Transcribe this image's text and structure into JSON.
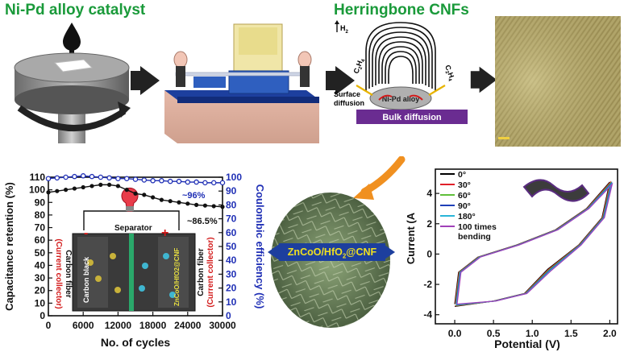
{
  "top": {
    "title_left": "Ni-Pd alloy catalyst",
    "title_right": "Herringbone CNFs",
    "h2_label": "H",
    "h2_sub": "2",
    "c2h4_left_main": "C",
    "c2h4_left_sub1": "2",
    "c2h4_left_h": "H",
    "c2h4_left_sub2": "4",
    "c2h4_right_main": "C",
    "c2h4_right_sub1": "2",
    "c2h4_right_h": "H",
    "c2h4_right_sub2": "4",
    "surface_diffusion_1": "Surface",
    "surface_diffusion_2": "diffusion",
    "alloy_label": "Ni-Pd alloy",
    "bulk_diffusion": "Bulk diffusion"
  },
  "center": {
    "material_label_a": "ZnCoO/HfO",
    "material_label_sub": "2",
    "material_label_b": "@CNF"
  },
  "colors": {
    "title_green": "#1a9a3a",
    "retention_black": "#111111",
    "efficiency_blue": "#1f2fb5",
    "collector_red": "#d31a1a",
    "bulk_purple": "#6a2c91",
    "stage_blue": "#1d3f9e"
  },
  "chart_data": [
    {
      "type": "line",
      "xlabel": "No. of cycles",
      "ylabel_left": "Capacitance retention (%)",
      "ylabel_right": "Coulombic efficiency (%)",
      "xlim": [
        0,
        30000
      ],
      "ylim_left": [
        0,
        110
      ],
      "ylim_right": [
        0,
        100
      ],
      "x_ticks": [
        "0",
        "6000",
        "12000",
        "18000",
        "24000",
        "30000"
      ],
      "y_left_ticks": [
        "0",
        "10",
        "20",
        "30",
        "40",
        "50",
        "60",
        "70",
        "80",
        "90",
        "100",
        "110"
      ],
      "y_right_ticks": [
        "0",
        "10",
        "20",
        "30",
        "40",
        "50",
        "60",
        "70",
        "80",
        "90",
        "100"
      ],
      "series": [
        {
          "axis": "left",
          "x": [
            0,
            1500,
            3000,
            4500,
            6000,
            7500,
            9000,
            10500,
            12000,
            13500,
            15000,
            16500,
            18000,
            19500,
            21000,
            22500,
            24000,
            25500,
            27000,
            28500,
            30000
          ],
          "values": [
            98,
            99,
            100,
            101,
            102,
            103,
            104,
            104,
            103,
            100,
            97,
            96,
            94,
            92,
            91,
            90,
            89,
            88,
            87.5,
            87,
            86.5
          ]
        },
        {
          "axis": "right",
          "x": [
            0,
            1500,
            3000,
            4500,
            6000,
            7500,
            9000,
            10500,
            12000,
            13500,
            15000,
            16500,
            18000,
            19500,
            21000,
            22500,
            24000,
            25500,
            27000,
            28500,
            30000
          ],
          "values": [
            99,
            99.5,
            100,
            100.5,
            101,
            100.5,
            100,
            99.5,
            99,
            99,
            98.5,
            98,
            97.5,
            97.5,
            97,
            97,
            96.5,
            96.5,
            96,
            96,
            96
          ]
        }
      ],
      "annotations": [
        "~96%",
        "~86.5%"
      ],
      "inset": {
        "separator": "Separator",
        "minus": "-",
        "plus": "+",
        "carbon_black": "Carbon black",
        "active": "ZnCoO/HfO2@CNF",
        "left_fiber": "Carbon fiber",
        "left_collector": "(Current collector)",
        "right_fiber": "Carbon fiber",
        "right_collector": "(Current collector)"
      }
    },
    {
      "type": "line",
      "xlabel": "Potential (V)",
      "ylabel": "Current (A",
      "xlim": [
        -0.25,
        2.1
      ],
      "ylim": [
        -4.6,
        5.6
      ],
      "x_ticks": [
        "0.0",
        "0.5",
        "1.0",
        "1.5",
        "2.0"
      ],
      "y_ticks": [
        "-4",
        "-2",
        "0",
        "2",
        "4"
      ],
      "series": [
        {
          "name": "0°",
          "color": "#000000"
        },
        {
          "name": "30°",
          "color": "#e0202a"
        },
        {
          "name": "60°",
          "color": "#5fbf3a"
        },
        {
          "name": "90°",
          "color": "#1f3fb8"
        },
        {
          "name": "180°",
          "color": "#2ab5d8"
        },
        {
          "name": "100 times bending",
          "color": "#a040b8"
        }
      ]
    }
  ]
}
